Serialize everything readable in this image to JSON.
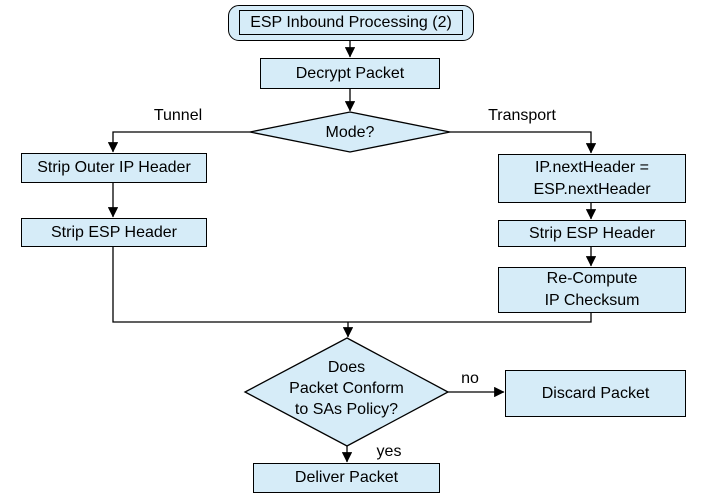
{
  "diagram": {
    "type": "flowchart",
    "colors": {
      "node_fill": "#d6ecf8",
      "node_border": "#000000",
      "line": "#000000",
      "background": "#ffffff"
    },
    "nodes": {
      "start": "ESP Inbound Processing (2)",
      "decrypt": "Decrypt Packet",
      "mode": "Mode?",
      "strip_outer": "Strip Outer IP Header",
      "strip_esp_left": "Strip ESP Header",
      "ip_next": "IP.nextHeader =\nESP.nextHeader",
      "strip_esp_right": "Strip ESP Header",
      "recompute": "Re-Compute\nIP Checksum",
      "policy": "Does\nPacket Conform\nto SAs Policy?",
      "discard": "Discard Packet",
      "deliver": "Deliver Packet"
    },
    "edge_labels": {
      "tunnel": "Tunnel",
      "transport": "Transport",
      "no": "no",
      "yes": "yes"
    }
  }
}
